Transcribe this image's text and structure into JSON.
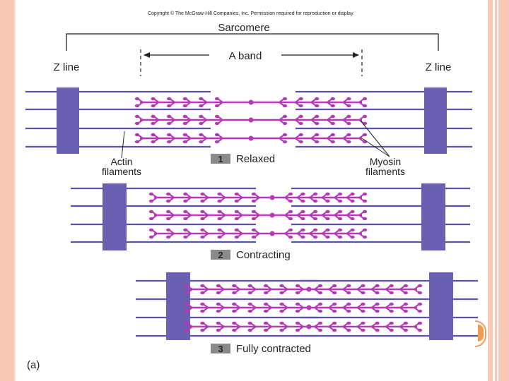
{
  "copyright": "Copyright © The McGraw-Hill Companies, Inc. Permission required for reproduction or display.",
  "sarcomere_label": "Sarcomere",
  "a_band_label": "A band",
  "z_line_left": "Z line",
  "z_line_right": "Z line",
  "actin_label_line1": "Actin",
  "actin_label_line2": "filaments",
  "myosin_label_line1": "Myosin",
  "myosin_label_line2": "filaments",
  "stages": [
    {
      "number": "1",
      "label": "Relaxed"
    },
    {
      "number": "2",
      "label": "Contracting"
    },
    {
      "number": "3",
      "label": "Fully contracted"
    }
  ],
  "panel_label": "(a)",
  "colors": {
    "z_disc": "#6a5fb0",
    "actin": "#5a52a8",
    "myosin": "#b43ab4",
    "frame": "#f7c9b5",
    "accent": "#f39b4a"
  }
}
